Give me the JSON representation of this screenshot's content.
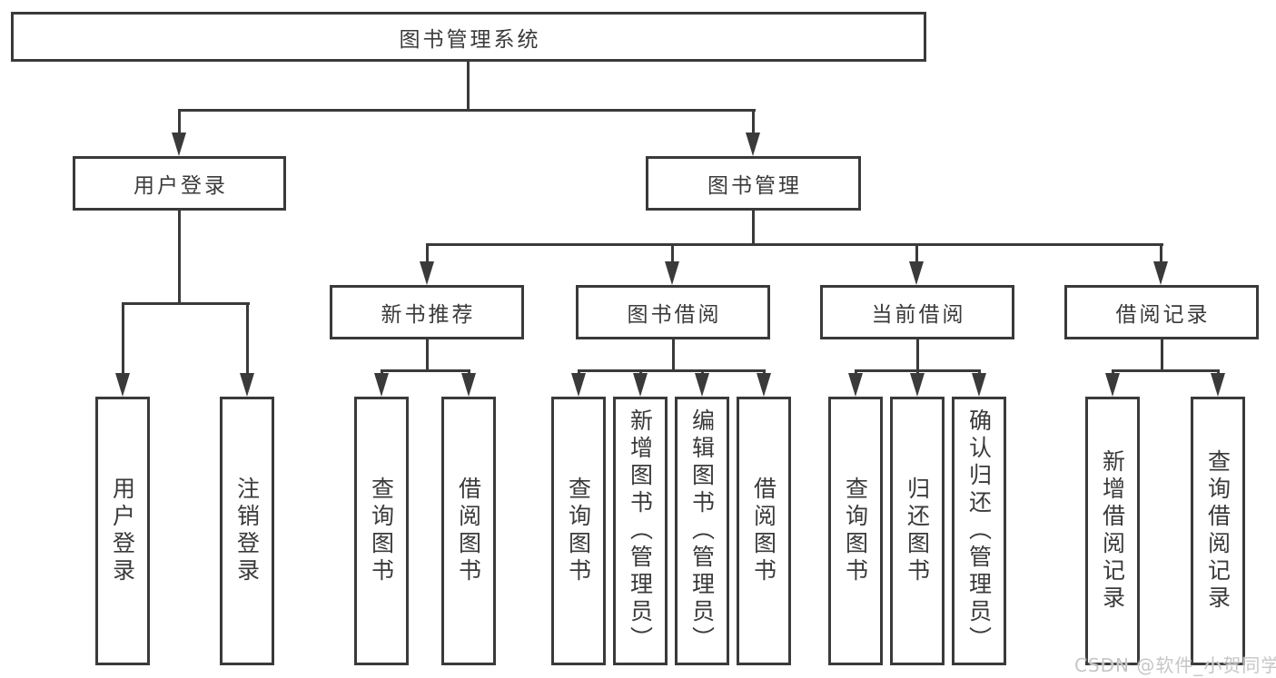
{
  "style": {
    "line_color": "#3a3a3a",
    "text_color": "#3a3a3a",
    "box_background": "#ffffff",
    "watermark_color": "#c6c6c6"
  },
  "watermark": {
    "text": "CSDN @软件_小贺同学"
  },
  "tree": {
    "label": "图书管理系统",
    "children": [
      {
        "label": "用户登录",
        "children": [
          {
            "label": "用户登录"
          },
          {
            "label": "注销登录"
          }
        ]
      },
      {
        "label": "图书管理",
        "children": [
          {
            "label": "新书推荐",
            "children": [
              {
                "label": "查询图书"
              },
              {
                "label": "借阅图书"
              }
            ]
          },
          {
            "label": "图书借阅",
            "children": [
              {
                "label": "查询图书"
              },
              {
                "label": "新增图书（管理员）"
              },
              {
                "label": "编辑图书（管理员）"
              },
              {
                "label": "借阅图书"
              }
            ]
          },
          {
            "label": "当前借阅",
            "children": [
              {
                "label": "查询图书"
              },
              {
                "label": "归还图书"
              },
              {
                "label": "确认归还（管理员）"
              }
            ]
          },
          {
            "label": "借阅记录",
            "children": [
              {
                "label": "新增借阅记录"
              },
              {
                "label": "查询借阅记录"
              }
            ]
          }
        ]
      }
    ]
  }
}
